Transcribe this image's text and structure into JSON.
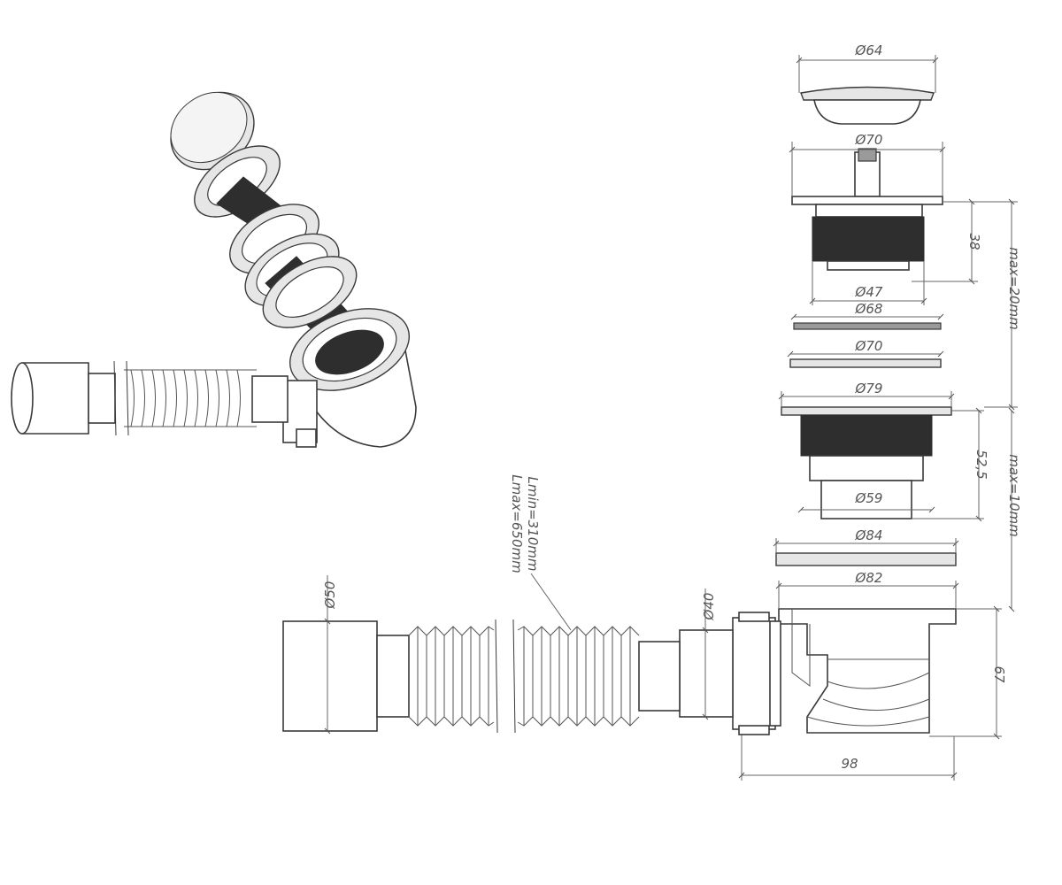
{
  "dimensions": {
    "cap_diameter": "Ø64",
    "body_diameter_top": "Ø70",
    "thread_diameter": "Ø47",
    "body_height": "38",
    "gasket_1": "Ø68",
    "gasket_2": "Ø70",
    "flange_diameter": "Ø79",
    "tail_diameter": "Ø59",
    "tail_height": "52,5",
    "trap_top_diameter": "Ø84",
    "trap_body_diameter": "Ø82",
    "trap_height": "67",
    "trap_width": "98",
    "outlet_diameter": "Ø40",
    "hose_end_diameter": "Ø50",
    "max_20": "max=20mm",
    "max_10": "max=10mm",
    "hose_lmin": "Lmin=310mm",
    "hose_lmax": "Lmax=650mm"
  }
}
